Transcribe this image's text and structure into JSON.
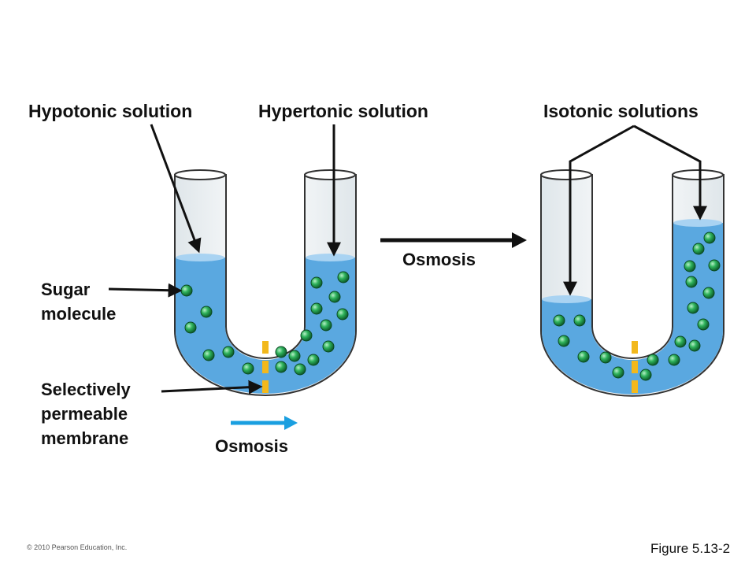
{
  "labels": {
    "hypotonic": "Hypotonic solution",
    "hypertonic": "Hypertonic solution",
    "isotonic": "Isotonic solutions",
    "sugar_line1": "Sugar",
    "sugar_line2": "molecule",
    "membrane_line1": "Selectively",
    "membrane_line2": "permeable",
    "membrane_line3": "membrane",
    "osmosis_top": "Osmosis",
    "osmosis_bottom": "Osmosis"
  },
  "footer": {
    "copyright": "© 2010 Pearson Education, Inc.",
    "figure": "Figure 5.13-2"
  },
  "colors": {
    "water": "#5aa8e0",
    "water_surface": "#a9d3f2",
    "tube_outline": "#333333",
    "molecule": "#1f9a4c",
    "membrane": "#f2b81c",
    "osmosis_arrow_blue": "#1a9fe0",
    "arrow_black": "#111111"
  }
}
